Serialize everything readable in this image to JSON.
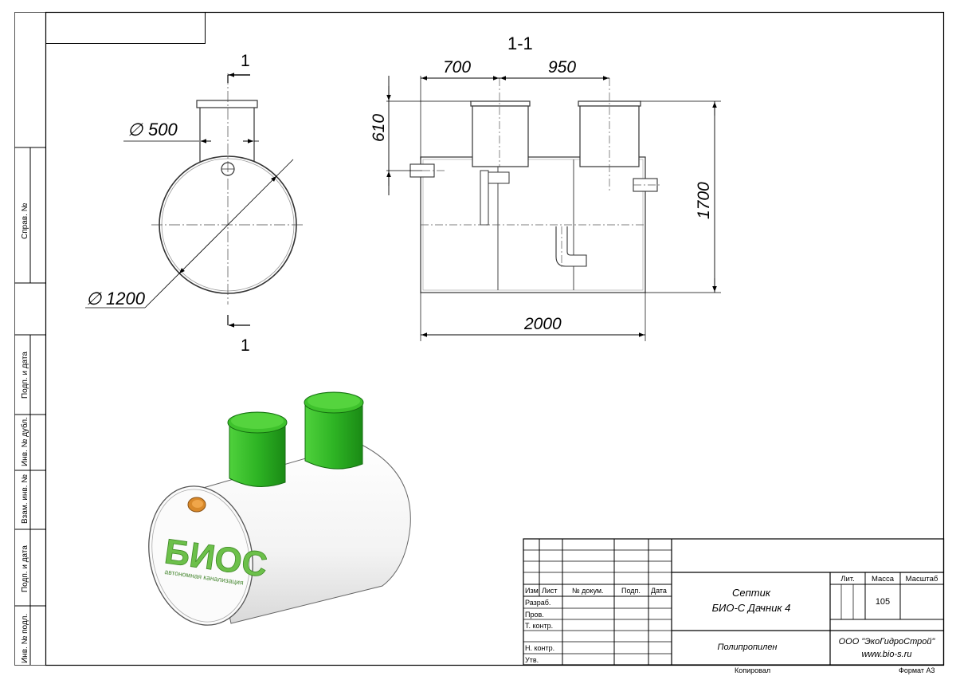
{
  "side_strip": {
    "sprav_no": "Справ. №",
    "podp_data_1": "Подп. и дата",
    "inv_dubl": "Инв. № дубл.",
    "vzam_inv": "Взам. инв. №",
    "podp_data_2": "Подп. и дата",
    "inv_podl": "Инв. № подл."
  },
  "drawing": {
    "section_mark": "1",
    "section_mark_bottom": "1",
    "section_title": "1-1",
    "dim_d500": "500",
    "dim_d1200": "1200",
    "dim_700": "700",
    "dim_950": "950",
    "dim_610": "610",
    "dim_1700": "1700",
    "dim_2000": "2000",
    "diameter_symbol": "∅"
  },
  "product": {
    "logo": "БИОС",
    "slogan": "автономная канализация",
    "colors": {
      "lid": "#3bbf2a",
      "lid_dark": "#1f8f18",
      "logo_green": "#6cc04a",
      "pipe": "#e08a2a",
      "body": "#f4f4f4"
    }
  },
  "title_block": {
    "headers": {
      "izm": "Изм.",
      "list": "Лист",
      "doc_no": "№ докум.",
      "podp": "Подп.",
      "data": "Дата"
    },
    "rows": {
      "razrab": "Разраб.",
      "prov": "Пров.",
      "t_kontr": "Т. контр.",
      "n_kontr": "Н. контр.",
      "utv": "Утв."
    },
    "product_name_1": "Септик",
    "product_name_2": "БИО-С Дачник 4",
    "material": "Полипропилен",
    "lit_label": "Лит.",
    "mass_label": "Масса",
    "scale_label": "Масштаб",
    "mass_value": "105",
    "company": "ООО \"ЭкоГидроСтрой\"",
    "website": "www.bio-s.ru",
    "copied": "Копировал",
    "format": "Формат А3"
  }
}
